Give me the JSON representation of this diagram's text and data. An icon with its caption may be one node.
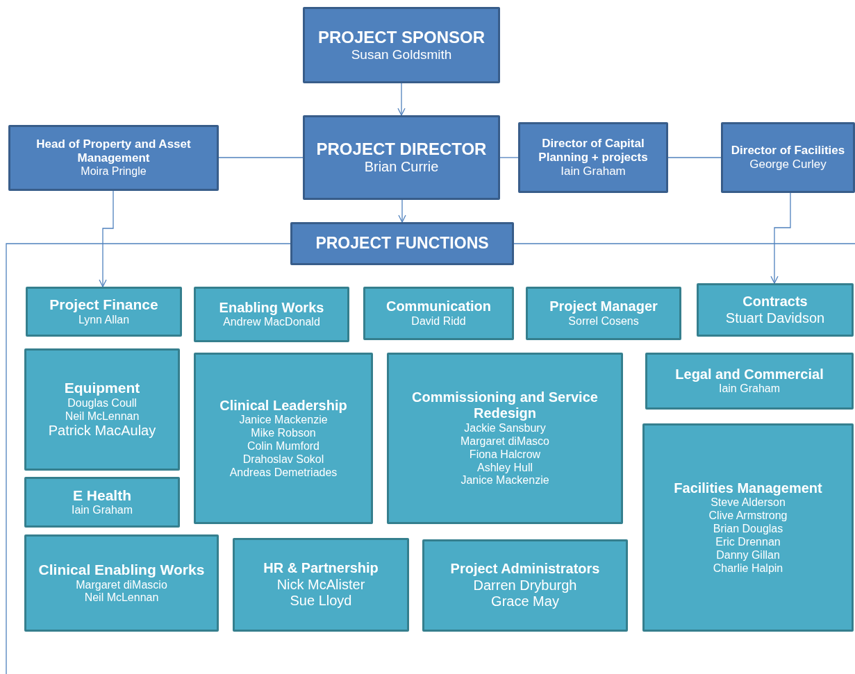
{
  "diagram": {
    "nodes": [
      {
        "text": [
          "PROJECT SPONSOR",
          "Susan Goldsmith"
        ]
      },
      {
        "text": [
          "Head of Property and Asset Management",
          "Moira Pringle"
        ]
      },
      {
        "text": [
          "PROJECT DIRECTOR",
          "Brian Currie"
        ]
      },
      {
        "text": [
          "Director of Capital Planning + projects",
          "Iain Graham"
        ]
      },
      {
        "text": [
          "Director of Facilities",
          "George Curley"
        ]
      },
      {
        "text": [
          "PROJECT FUNCTIONS"
        ]
      },
      {
        "text": [
          "Project Finance",
          "Lynn Allan"
        ]
      },
      {
        "text": [
          "Enabling Works",
          "Andrew MacDonald"
        ]
      },
      {
        "text": [
          "Communication",
          "David Ridd"
        ]
      },
      {
        "text": [
          "Project Manager",
          "Sorrel Cosens"
        ]
      },
      {
        "text": [
          "Contracts",
          "Stuart Davidson"
        ]
      },
      {
        "text": [
          "Equipment",
          "Douglas Coull",
          "Neil McLennan",
          "Patrick MacAulay"
        ]
      },
      {
        "text": [
          "Clinical Leadership",
          "Janice Mackenzie",
          "Mike Robson",
          "Colin Mumford",
          "Drahoslav Sokol",
          "Andreas Demetriades"
        ]
      },
      {
        "text": [
          "Commissioning and Service Redesign",
          "Jackie Sansbury",
          "Margaret diMasco",
          "Fiona Halcrow",
          "Ashley Hull",
          "Janice Mackenzie"
        ]
      },
      {
        "text": [
          "Legal and Commercial",
          "Iain Graham"
        ]
      },
      {
        "text": [
          "E Health",
          "Iain Graham"
        ]
      },
      {
        "text": [
          "Facilities Management",
          "Steve Alderson",
          "Clive Armstrong",
          "Brian Douglas",
          "Eric Drennan",
          "Danny Gillan",
          "Charlie Halpin"
        ]
      },
      {
        "text": [
          "Clinical Enabling Works",
          "Margaret diMascio",
          "Neil McLennan"
        ]
      },
      {
        "text": [
          "HR & Partnership",
          "Nick McAlister",
          "Sue Lloyd"
        ]
      },
      {
        "text": [
          "Project Administrators",
          "Darren Dryburgh",
          "Grace May"
        ]
      }
    ],
    "edges": [
      {
        "from": 0,
        "to": 2,
        "arrow": "to"
      },
      {
        "from": 1,
        "to": 2,
        "arrow": "none"
      },
      {
        "from": 2,
        "to": 3,
        "arrow": "none"
      },
      {
        "from": 3,
        "to": 4,
        "arrow": "none"
      },
      {
        "from": 2,
        "to": 5,
        "arrow": "to"
      },
      {
        "from": 1,
        "to": 6,
        "arrow": "to"
      },
      {
        "from": 4,
        "to": 10,
        "arrow": "to"
      }
    ]
  }
}
